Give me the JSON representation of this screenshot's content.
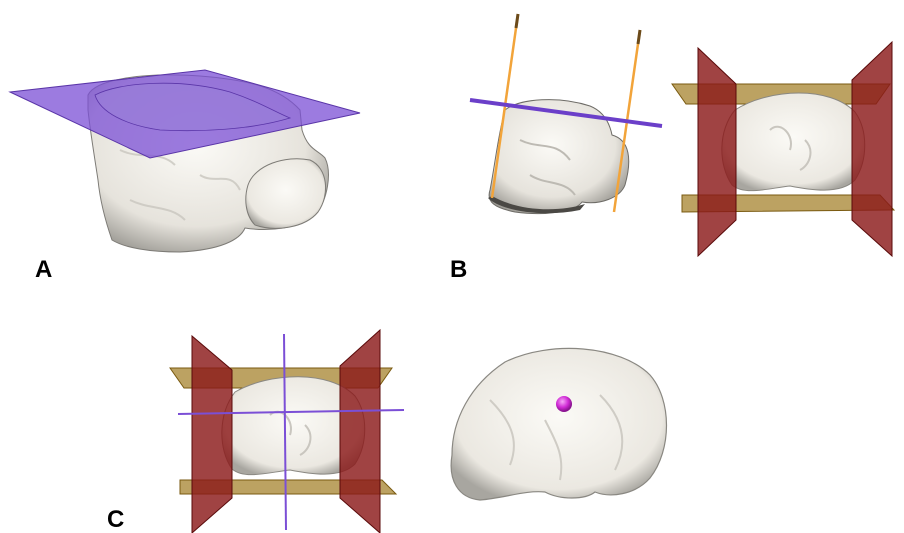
{
  "panels": {
    "a": {
      "label": "A"
    },
    "b": {
      "label": "B"
    },
    "c": {
      "label": "C"
    }
  },
  "colors": {
    "bone": "#f2f0ea",
    "bone_shadow": "#9c9a94",
    "axial_plane": "#7b4fd6",
    "guide_pin": "#f2a43a",
    "sagittal_plane": "#8b1a1a",
    "coronal_plane": "#a07a20",
    "landmark": "#d12bd6"
  }
}
